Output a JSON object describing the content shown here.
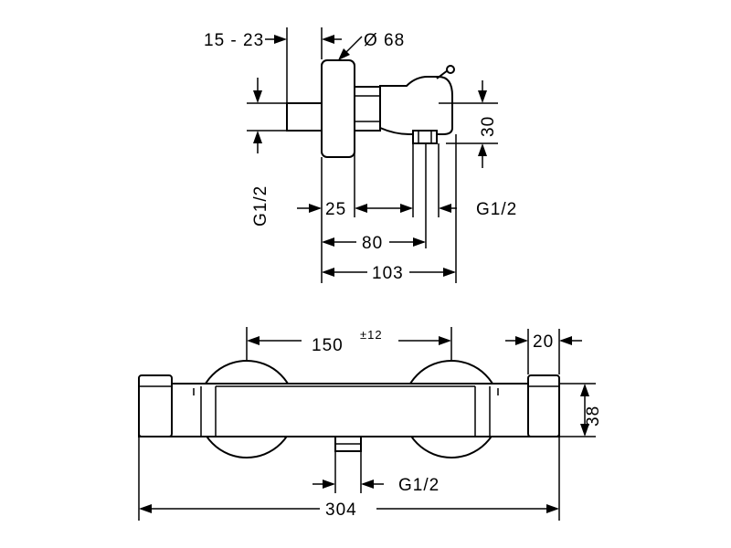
{
  "top_view": {
    "dim_wall_depth": "15 - 23",
    "dim_diameter": "Ø 68",
    "dim_thread_left": "G1/2",
    "dim_30": "30",
    "dim_25": "25",
    "dim_thread_outlet": "G1/2",
    "dim_80": "80",
    "dim_103": "103"
  },
  "front_view": {
    "dim_center_distance": "150",
    "dim_center_tolerance": "±12",
    "dim_20": "20",
    "dim_38": "38",
    "dim_thread_outlet": "G1/2",
    "dim_overall_length": "304"
  },
  "colors": {
    "line": "#000000",
    "background": "#ffffff"
  }
}
